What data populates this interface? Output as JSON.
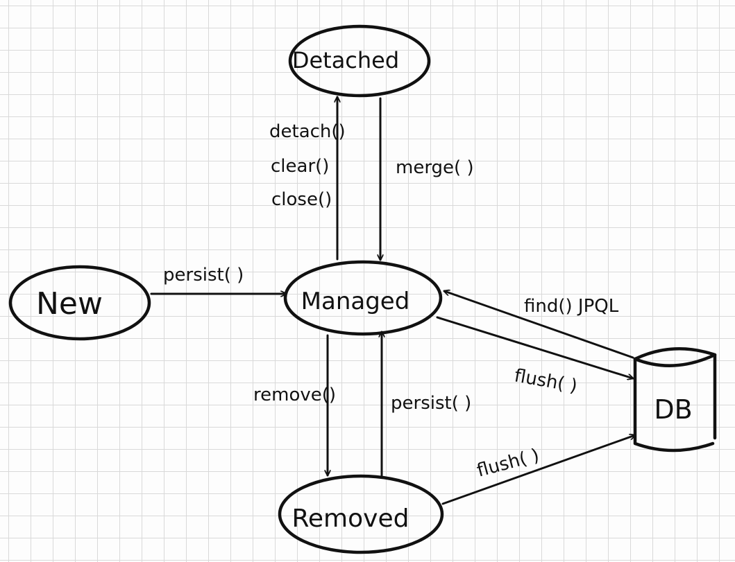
{
  "diagram": {
    "nodes": {
      "detached": "Detached",
      "new": "New",
      "managed": "Managed",
      "removed": "Removed",
      "db": "DB"
    },
    "edges": {
      "new_to_managed": "persist( )",
      "detach": "detach()",
      "clear": "clear()",
      "close": "close()",
      "merge": "merge( )",
      "find_jpql": "find() JPQL",
      "flush_managed_db": "flush( )",
      "remove": "remove()",
      "persist_removed": "persist( )",
      "flush_removed_db": "flush( )"
    }
  }
}
